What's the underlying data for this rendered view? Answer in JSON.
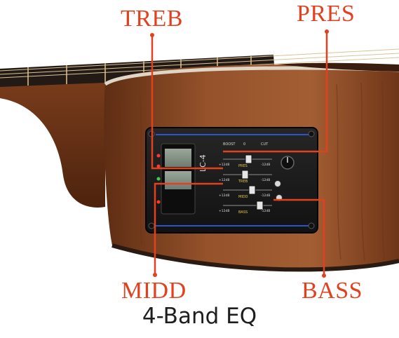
{
  "callouts": {
    "treble": "TREB",
    "presence": "PRES",
    "middle": "MIDD",
    "bass": "BASS"
  },
  "caption": "4-Band EQ",
  "preamp": {
    "model": "LC-4",
    "boost": "BOOST",
    "cut": "CUT",
    "level_low": "-12dB",
    "level_high": "+12dB",
    "zero": "0",
    "bands": [
      "PRES",
      "TREB",
      "MIDD",
      "BASS"
    ]
  },
  "colors": {
    "callout": "#e2411f",
    "caption": "#1e1e1e",
    "wood": "#8a4a27",
    "panel": "#1b1b1b",
    "trim": "#2a55c9"
  }
}
